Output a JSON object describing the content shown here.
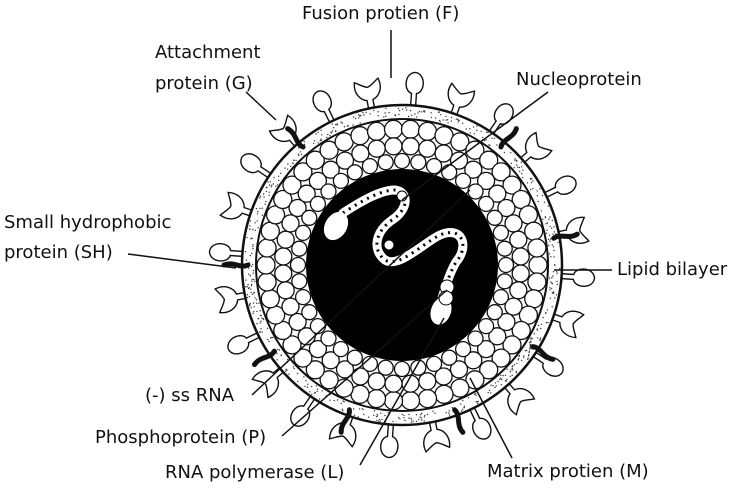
{
  "labels": {
    "fusion": "Fusion protien (F)",
    "attachment_1": "Attachment",
    "attachment_2": "protein (G)",
    "nucleoprotein": "Nucleoprotein",
    "small_h_1": "Small hydrophobic",
    "small_h_2": "protein (SH)",
    "lipid": "Lipid bilayer",
    "ssrna": "(-) ss  RNA",
    "phospho": "Phosphoprotein (P)",
    "polymerase": "RNA polymerase (L)",
    "matrix": "Matrix protien (M)"
  },
  "colors": {
    "ink": "#111111",
    "paper": "#ffffff",
    "core": "#000000",
    "dots": "#333333"
  }
}
